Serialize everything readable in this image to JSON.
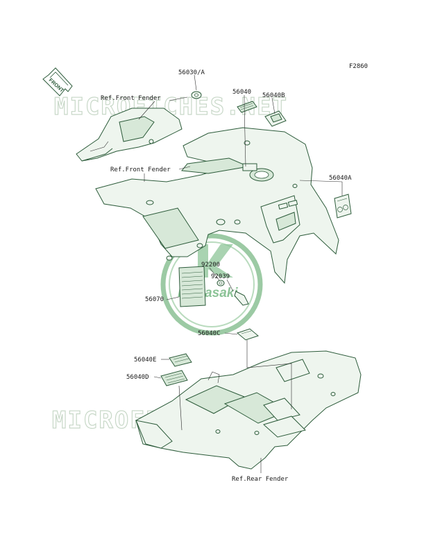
{
  "figure_code": "F2860",
  "front_arrow_label": "FRONT",
  "watermark_text": "MICROFICHES.NET",
  "logo_text": "Kawasaki",
  "colors": {
    "line": "#2c5b3a",
    "fill": "#eef5ee",
    "watermark": "#c8d8c8",
    "logo": "#6fae7a"
  },
  "labels": {
    "p56030a": "56030/A",
    "ref_front_fender_1": "Ref.Front Fender",
    "p56040": "56040",
    "p56040b": "56040B",
    "ref_front_fender_2": "Ref.Front Fender",
    "p56040a": "56040A",
    "p92200": "92200",
    "p92039": "92039",
    "p56070": "56070",
    "p56040c": "56040C",
    "p56040e": "56040E",
    "p56040d": "56040D",
    "ref_rear_fender": "Ref.Rear Fender"
  }
}
